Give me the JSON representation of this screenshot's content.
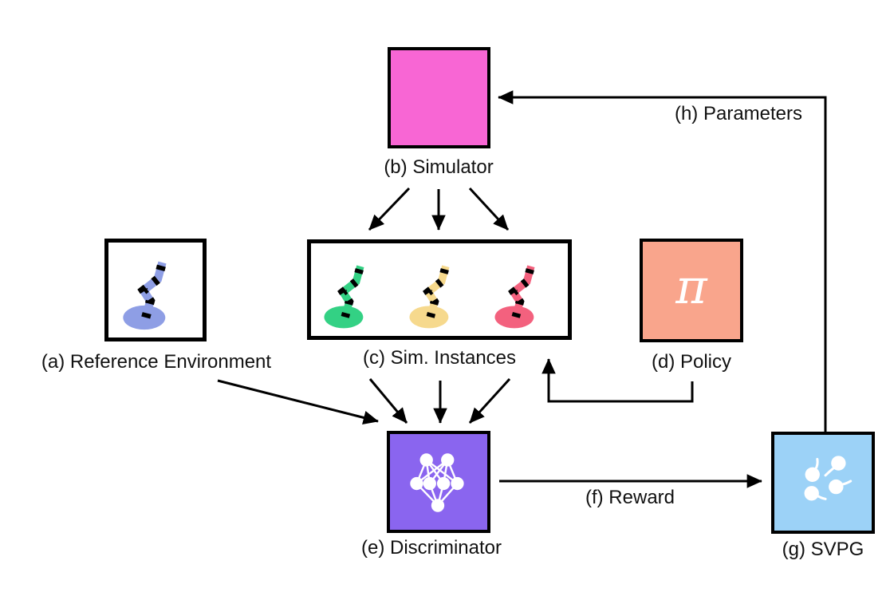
{
  "colors": {
    "simulator": "#f866d4",
    "policy": "#f9a58c",
    "discriminator": "#8a65ef",
    "svpg": "#9cd2f7",
    "white_box": "#ffffff",
    "outline": "#000000",
    "icon_white": "#ffffff",
    "hopper_reference": "#8e9ee5",
    "hopper_green": "#33d184",
    "hopper_yellow": "#f6d98d",
    "hopper_red": "#f3617e"
  },
  "nodes": {
    "reference_environment": {
      "label": "(a) Reference Environment"
    },
    "simulator": {
      "label": "(b) Simulator"
    },
    "sim_instances": {
      "label": "(c) Sim. Instances"
    },
    "policy": {
      "label": "(d) Policy",
      "symbol": "π"
    },
    "discriminator": {
      "label": "(e) Discriminator"
    },
    "svpg": {
      "label": "(g) SVPG"
    }
  },
  "edges": {
    "reward": {
      "label": "(f) Reward"
    },
    "parameters": {
      "label": "(h) Parameters"
    }
  }
}
